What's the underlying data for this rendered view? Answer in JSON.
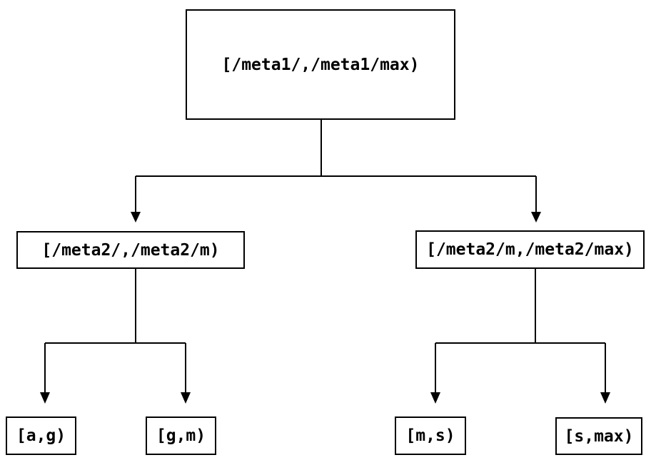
{
  "colors": {
    "background": "#ffffff",
    "line": "#000000",
    "text": "#000000"
  },
  "diagram": {
    "nodes": {
      "root": {
        "label": "[/meta1/,/meta1/max)"
      },
      "mid_left": {
        "label": "[/meta2/,/meta2/m)"
      },
      "mid_right": {
        "label": "[/meta2/m,/meta2/max)"
      },
      "leaf_a_g": {
        "label": "[a,g)"
      },
      "leaf_g_m": {
        "label": "[g,m)"
      },
      "leaf_m_s": {
        "label": "[m,s)"
      },
      "leaf_s_max": {
        "label": "[s,max)"
      }
    }
  }
}
